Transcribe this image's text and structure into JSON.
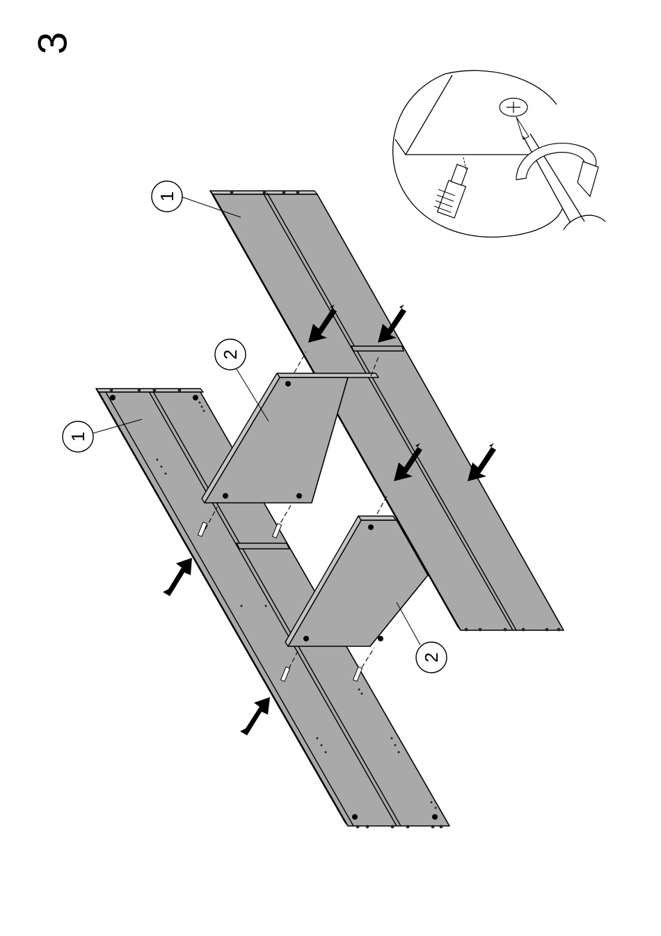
{
  "step": {
    "number": "3"
  },
  "callouts": [
    {
      "label": "1"
    },
    {
      "label": "2"
    },
    {
      "label": "1"
    },
    {
      "label": "2"
    }
  ],
  "colors": {
    "panel": "#a9a9a9",
    "edge": "#c4c4c4",
    "ink": "#000000"
  },
  "icons": [
    "screwdriver-icon",
    "phillips-head-icon",
    "rotation-arrow-icon",
    "cam-bolt-icon",
    "push-arrow-icon"
  ]
}
